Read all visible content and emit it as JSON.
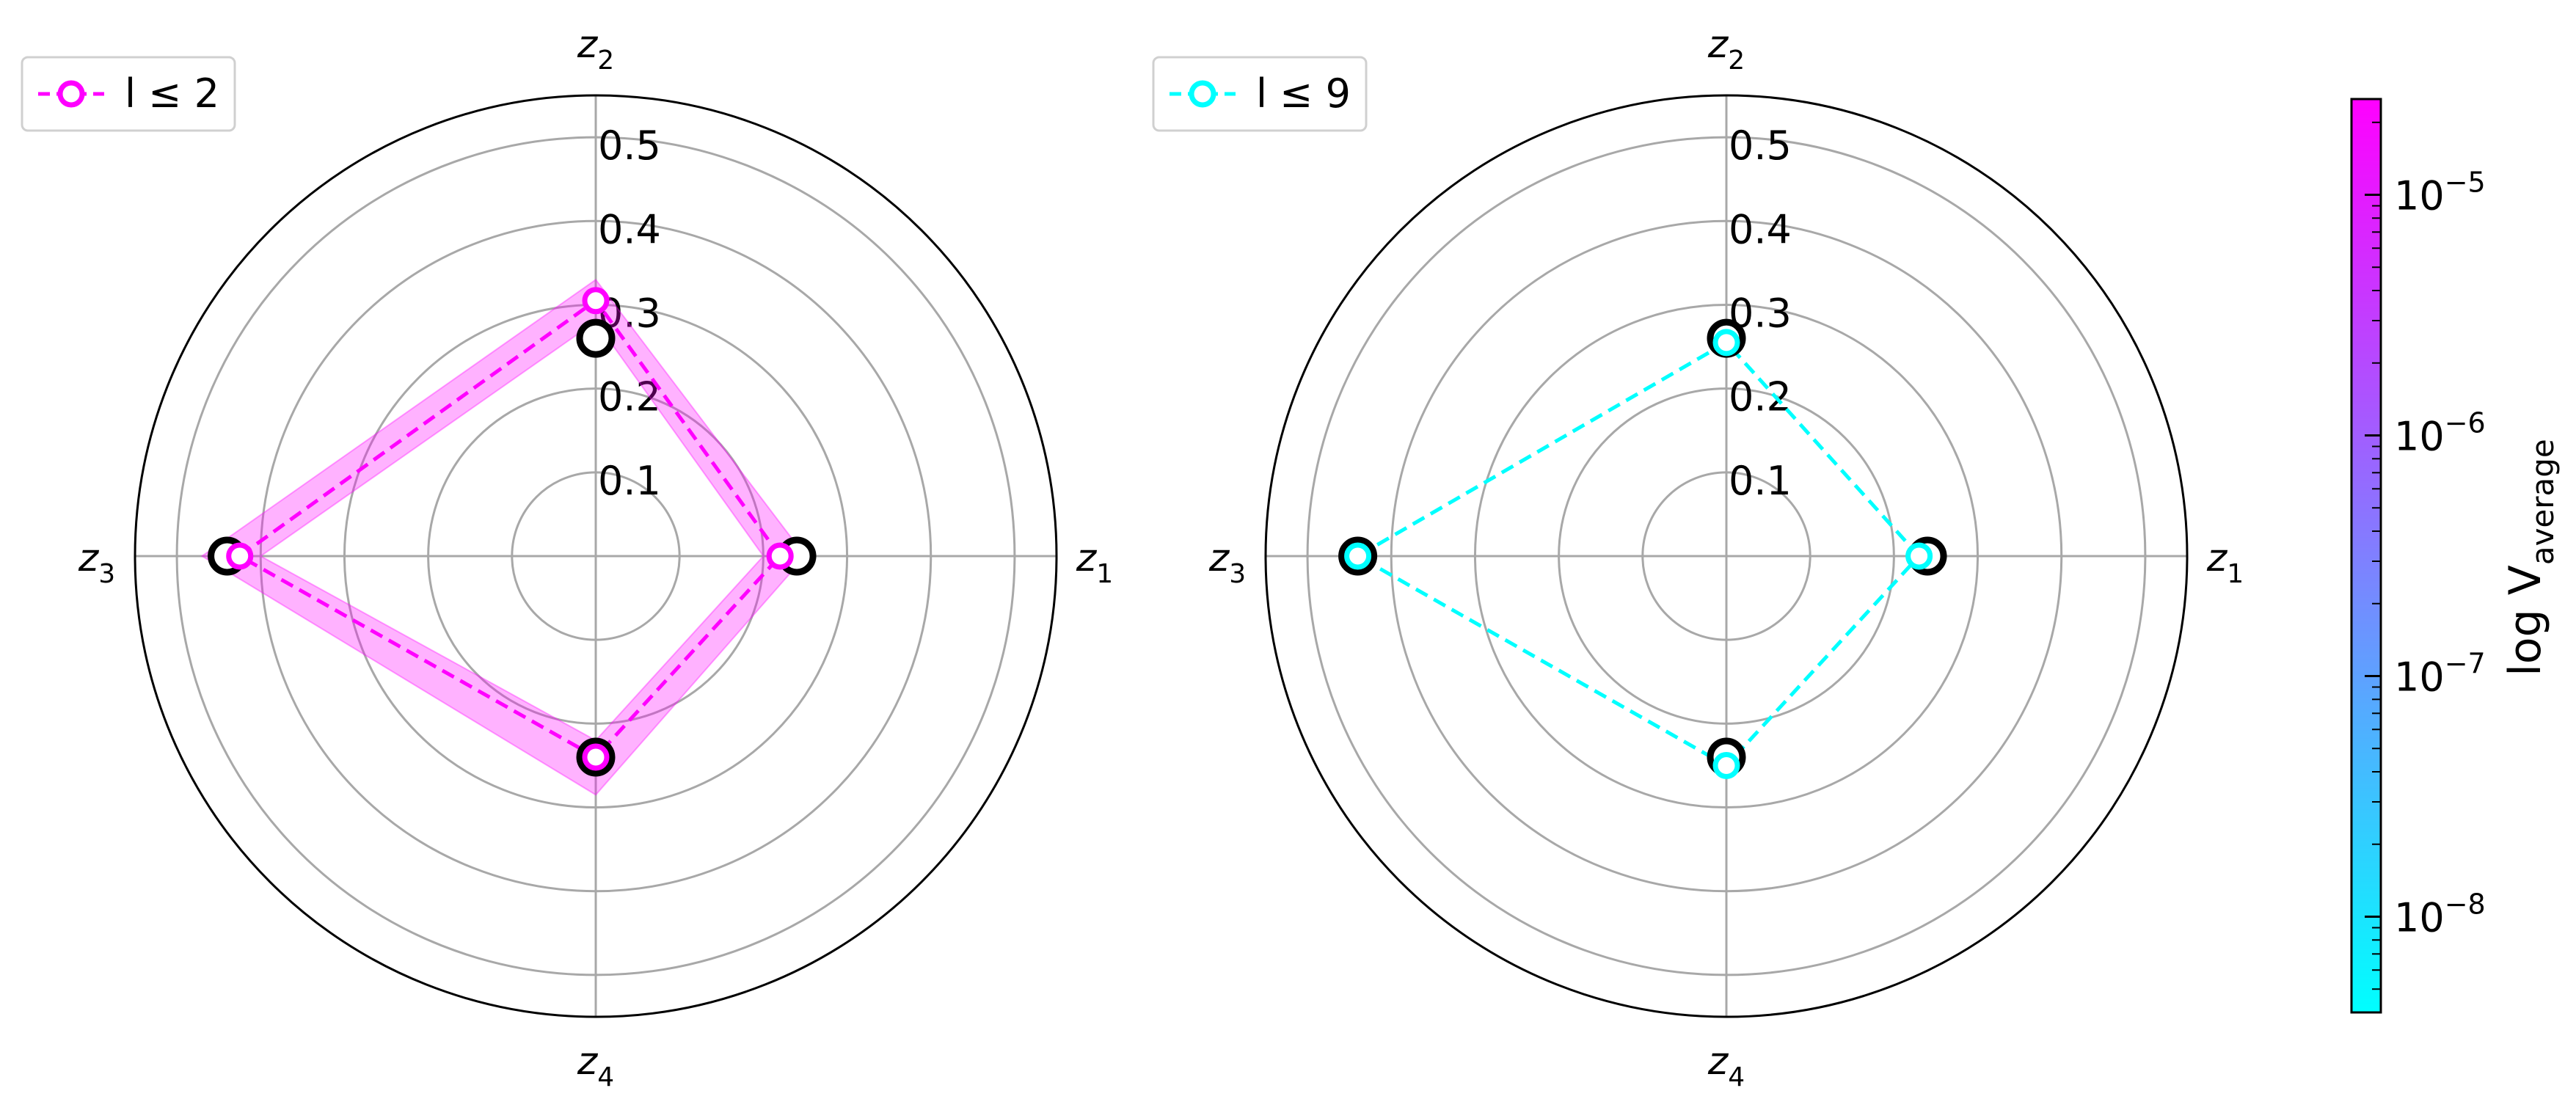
{
  "chart_data": [
    {
      "type": "radar",
      "axes": [
        {
          "label": "z",
          "sub": "1"
        },
        {
          "label": "z",
          "sub": "2"
        },
        {
          "label": "z",
          "sub": "3"
        },
        {
          "label": "z",
          "sub": "4"
        }
      ],
      "rlim": [
        0,
        0.55
      ],
      "rticks": [
        0.1,
        0.2,
        0.3,
        0.4,
        0.5
      ],
      "rtick_labels": [
        "0.1",
        "0.2",
        "0.3",
        "0.4",
        "0.5"
      ],
      "grid": true,
      "legend": {
        "placement": "top-left",
        "label": "l ≤ 2"
      },
      "series": [
        {
          "name": "l ≤ 2",
          "values": [
            0.22,
            0.305,
            0.425,
            0.24
          ],
          "band_low": [
            0.2,
            0.28,
            0.4,
            0.22
          ],
          "band_high": [
            0.25,
            0.33,
            0.47,
            0.285
          ],
          "color": "#ff00ff",
          "style": "dashed-circle"
        },
        {
          "values": [
            0.24,
            0.26,
            0.44,
            0.24
          ],
          "color": "#000000",
          "style": "circle"
        }
      ]
    },
    {
      "type": "radar",
      "axes": [
        {
          "label": "z",
          "sub": "1"
        },
        {
          "label": "z",
          "sub": "2"
        },
        {
          "label": "z",
          "sub": "3"
        },
        {
          "label": "z",
          "sub": "4"
        }
      ],
      "rlim": [
        0,
        0.55
      ],
      "rticks": [
        0.1,
        0.2,
        0.3,
        0.4,
        0.5
      ],
      "rtick_labels": [
        "0.1",
        "0.2",
        "0.3",
        "0.4",
        "0.5"
      ],
      "grid": true,
      "legend": {
        "placement": "top-left",
        "label": "l ≤ 9"
      },
      "series": [
        {
          "name": "l ≤ 9",
          "values": [
            0.23,
            0.255,
            0.44,
            0.25
          ],
          "color": "#00ffff",
          "style": "dashed-circle"
        },
        {
          "values": [
            0.24,
            0.26,
            0.44,
            0.24
          ],
          "color": "#000000",
          "style": "circle"
        }
      ]
    }
  ],
  "colorbar": {
    "label": "log V",
    "label_sub": "average",
    "scale": "log",
    "range": [
      4e-09,
      2.5e-05
    ],
    "ticks": [
      {
        "value": 1e-05,
        "base": "10",
        "exp": "−5"
      },
      {
        "value": 1e-06,
        "base": "10",
        "exp": "−6"
      },
      {
        "value": 1e-07,
        "base": "10",
        "exp": "−7"
      },
      {
        "value": 1e-08,
        "base": "10",
        "exp": "−8"
      }
    ],
    "colors": [
      "#00ffff",
      "#ff00ff"
    ]
  }
}
